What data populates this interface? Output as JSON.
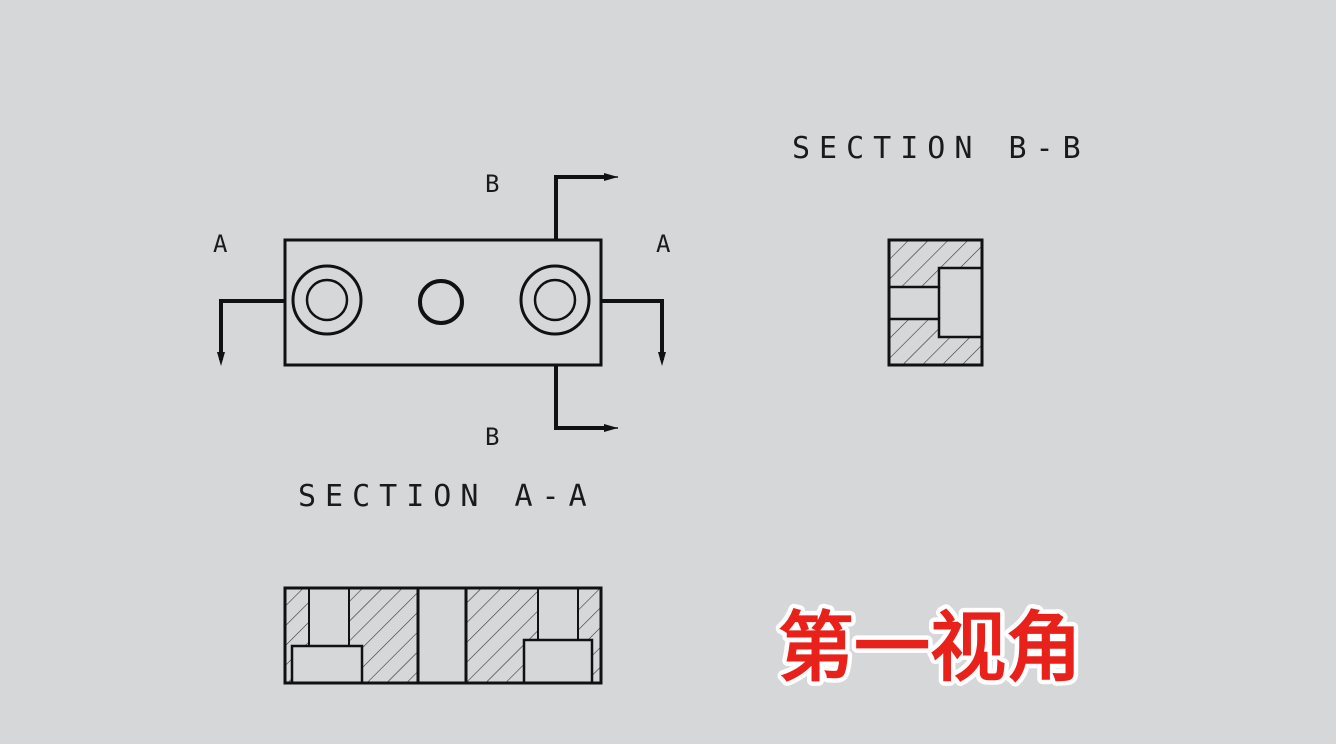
{
  "labels": {
    "section_bb_title": "SECTION B-B",
    "section_aa_title": "SECTION A-A",
    "cut_a_left": "A",
    "cut_a_right": "A",
    "cut_b_top": "B",
    "cut_b_bottom": "B"
  },
  "caption": {
    "text": "第一视角",
    "color": "#e8221b",
    "outline_color": "#ffffff"
  },
  "colors": {
    "background": "#d6d7d9",
    "line": "#111111",
    "hatch": "#333333"
  }
}
